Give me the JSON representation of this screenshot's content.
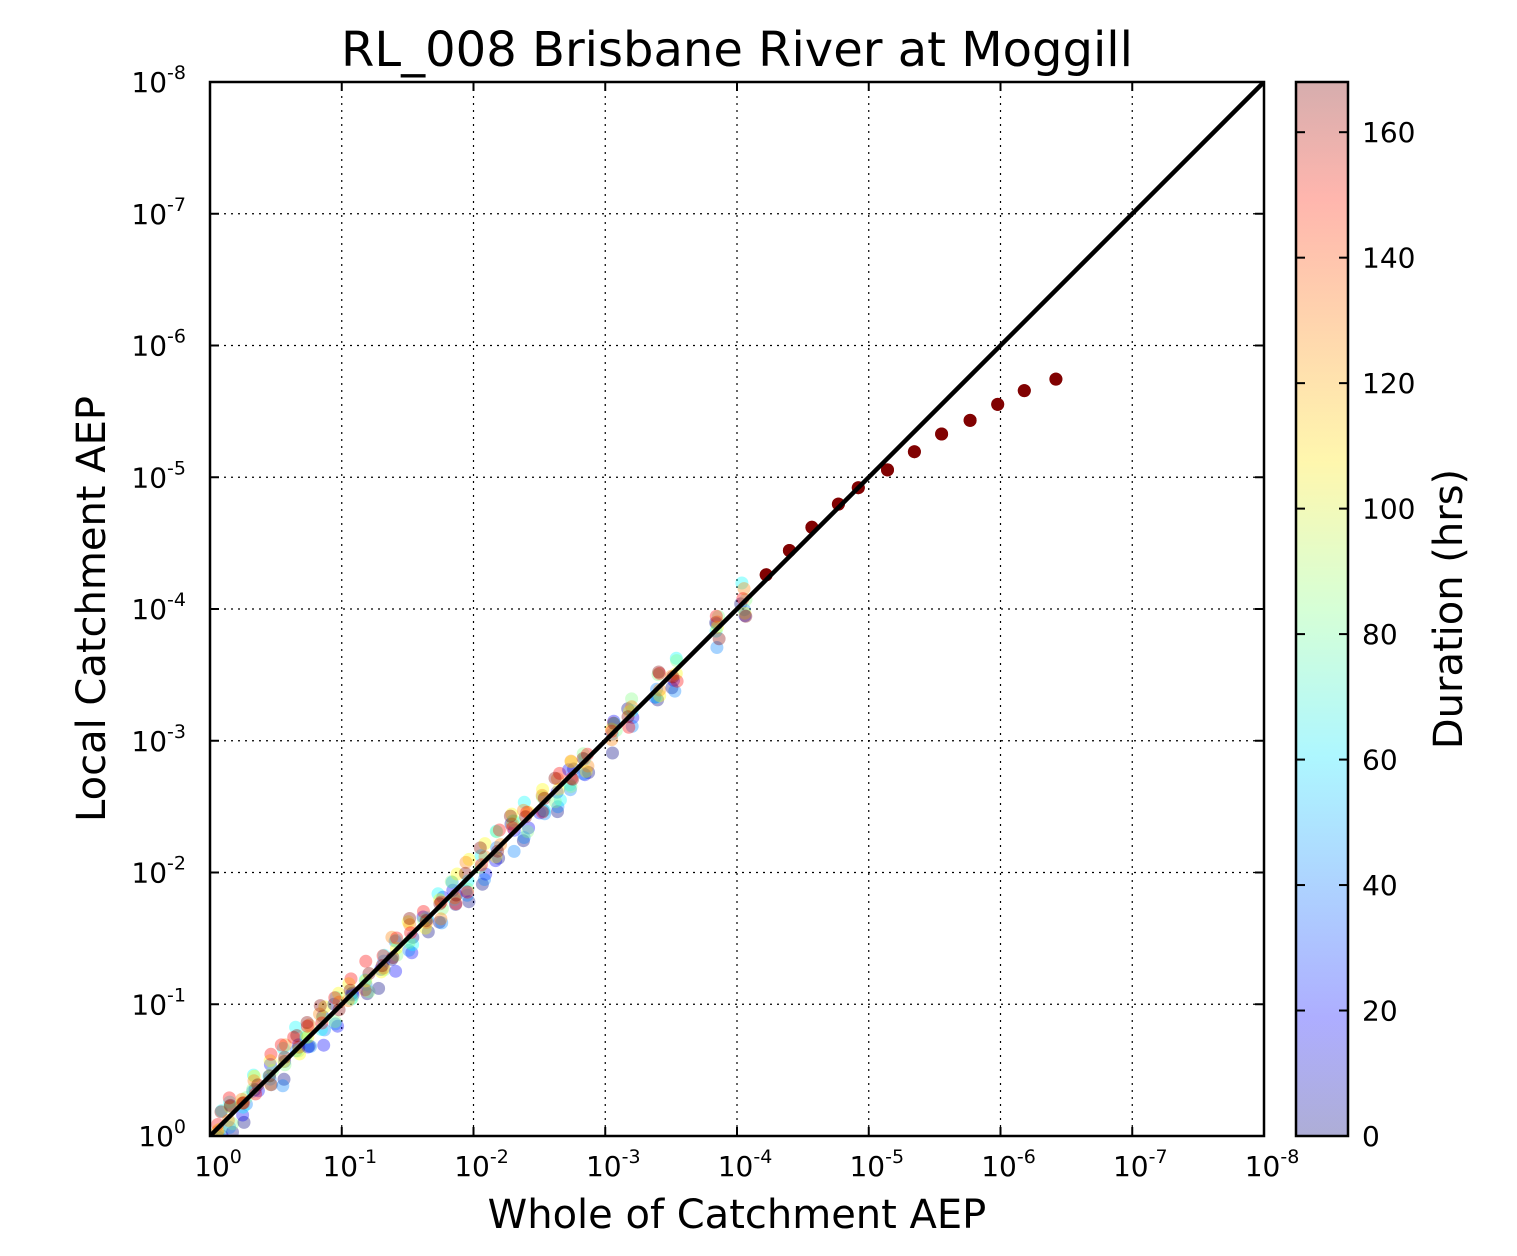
{
  "chart_data": {
    "type": "scatter",
    "title": "RL_008 Brisbane River at Moggill",
    "xlabel": "Whole of Catchment AEP",
    "ylabel": "Local Catchment AEP",
    "x_scale": "log",
    "y_scale": "log",
    "x_direction": "decreasing",
    "y_direction": "decreasing",
    "xlim": [
      1,
      1e-08
    ],
    "ylim": [
      1,
      1e-08
    ],
    "grid": true,
    "x_ticks": [
      {
        "base": "10",
        "exp": "0"
      },
      {
        "base": "10",
        "exp": "-1"
      },
      {
        "base": "10",
        "exp": "-2"
      },
      {
        "base": "10",
        "exp": "-3"
      },
      {
        "base": "10",
        "exp": "-4"
      },
      {
        "base": "10",
        "exp": "-5"
      },
      {
        "base": "10",
        "exp": "-6"
      },
      {
        "base": "10",
        "exp": "-7"
      },
      {
        "base": "10",
        "exp": "-8"
      }
    ],
    "y_ticks": [
      {
        "base": "10",
        "exp": "0"
      },
      {
        "base": "10",
        "exp": "-1"
      },
      {
        "base": "10",
        "exp": "-2"
      },
      {
        "base": "10",
        "exp": "-3"
      },
      {
        "base": "10",
        "exp": "-4"
      },
      {
        "base": "10",
        "exp": "-5"
      },
      {
        "base": "10",
        "exp": "-6"
      },
      {
        "base": "10",
        "exp": "-7"
      },
      {
        "base": "10",
        "exp": "-8"
      }
    ],
    "reference_line": {
      "from": [
        1,
        1
      ],
      "to": [
        1e-08,
        1e-08
      ],
      "color": "#000000"
    },
    "colorbar": {
      "label": "Duration (hrs)",
      "colormap": "jet",
      "min": 0,
      "max": 168,
      "ticks": [
        "0",
        "20",
        "40",
        "60",
        "80",
        "100",
        "120",
        "140",
        "160"
      ]
    },
    "point_duration_range": [
      0,
      168
    ],
    "series": [
      {
        "values": [
          {
            "x": 0.85,
            "y": 0.78
          },
          {
            "x": 0.7,
            "y": 0.63
          },
          {
            "x": 0.55,
            "y": 0.5
          },
          {
            "x": 0.45,
            "y": 0.4
          },
          {
            "x": 0.35,
            "y": 0.32
          },
          {
            "x": 0.28,
            "y": 0.26
          },
          {
            "x": 0.22,
            "y": 0.2
          },
          {
            "x": 0.18,
            "y": 0.16
          },
          {
            "x": 0.14,
            "y": 0.13
          },
          {
            "x": 0.11,
            "y": 0.105
          },
          {
            "x": 0.085,
            "y": 0.08
          },
          {
            "x": 0.065,
            "y": 0.062
          },
          {
            "x": 0.05,
            "y": 0.048
          },
          {
            "x": 0.04,
            "y": 0.037
          },
          {
            "x": 0.03,
            "y": 0.029
          },
          {
            "x": 0.023,
            "y": 0.022
          },
          {
            "x": 0.018,
            "y": 0.017
          },
          {
            "x": 0.014,
            "y": 0.013
          },
          {
            "x": 0.011,
            "y": 0.0105
          },
          {
            "x": 0.0085,
            "y": 0.008
          },
          {
            "x": 0.0065,
            "y": 0.0062
          },
          {
            "x": 0.005,
            "y": 0.0048
          },
          {
            "x": 0.004,
            "y": 0.0038
          },
          {
            "x": 0.003,
            "y": 0.0029
          },
          {
            "x": 0.0023,
            "y": 0.0022
          },
          {
            "x": 0.0018,
            "y": 0.0017
          },
          {
            "x": 0.0014,
            "y": 0.0013
          },
          {
            "x": 0.00085,
            "y": 0.0008
          },
          {
            "x": 0.00065,
            "y": 0.00062
          },
          {
            "x": 0.0004,
            "y": 0.00038
          },
          {
            "x": 0.0003,
            "y": 0.00028
          },
          {
            "x": 0.00014,
            "y": 0.00013
          },
          {
            "x": 9e-05,
            "y": 8.5e-05
          },
          {
            "x": 6e-05,
            "y": 5.5e-05
          },
          {
            "x": 4e-05,
            "y": 3.6e-05
          },
          {
            "x": 2.7e-05,
            "y": 2.4e-05
          },
          {
            "x": 1.7e-05,
            "y": 1.6e-05
          },
          {
            "x": 1.2e-05,
            "y": 1.2e-05
          },
          {
            "x": 7.2e-06,
            "y": 8.8e-06
          },
          {
            "x": 4.5e-06,
            "y": 6.4e-06
          },
          {
            "x": 2.8e-06,
            "y": 4.7e-06
          },
          {
            "x": 1.7e-06,
            "y": 3.7e-06
          },
          {
            "x": 1.05e-06,
            "y": 2.8e-06
          },
          {
            "x": 6.6e-07,
            "y": 2.2e-06
          },
          {
            "x": 3.8e-07,
            "y": 1.8e-06
          }
        ]
      }
    ]
  }
}
